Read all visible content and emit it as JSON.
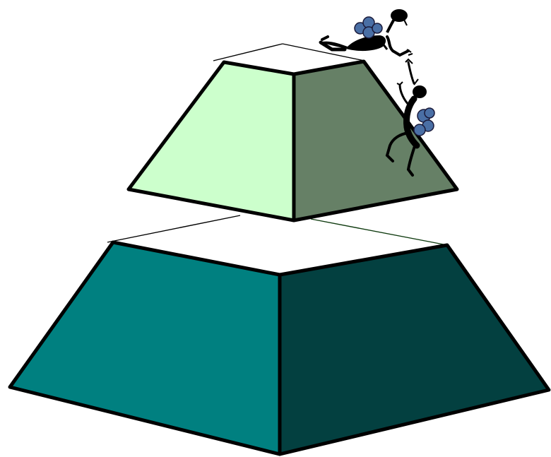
{
  "diagram": {
    "type": "stacked-frustum-pyramid",
    "tiers": [
      {
        "id": "top",
        "left_face_color": "#CCFFCC",
        "right_face_color": "#668066"
      },
      {
        "id": "bottom",
        "left_face_color": "#008080",
        "right_face_color": "#034040"
      }
    ],
    "figures": [
      {
        "id": "climber-lying",
        "icon": "climber-reaching-down",
        "backpack_color": "#4A6FA5"
      },
      {
        "id": "climber-hanging",
        "icon": "climber-hanging-on-side",
        "backpack_color": "#4A6FA5"
      }
    ]
  }
}
